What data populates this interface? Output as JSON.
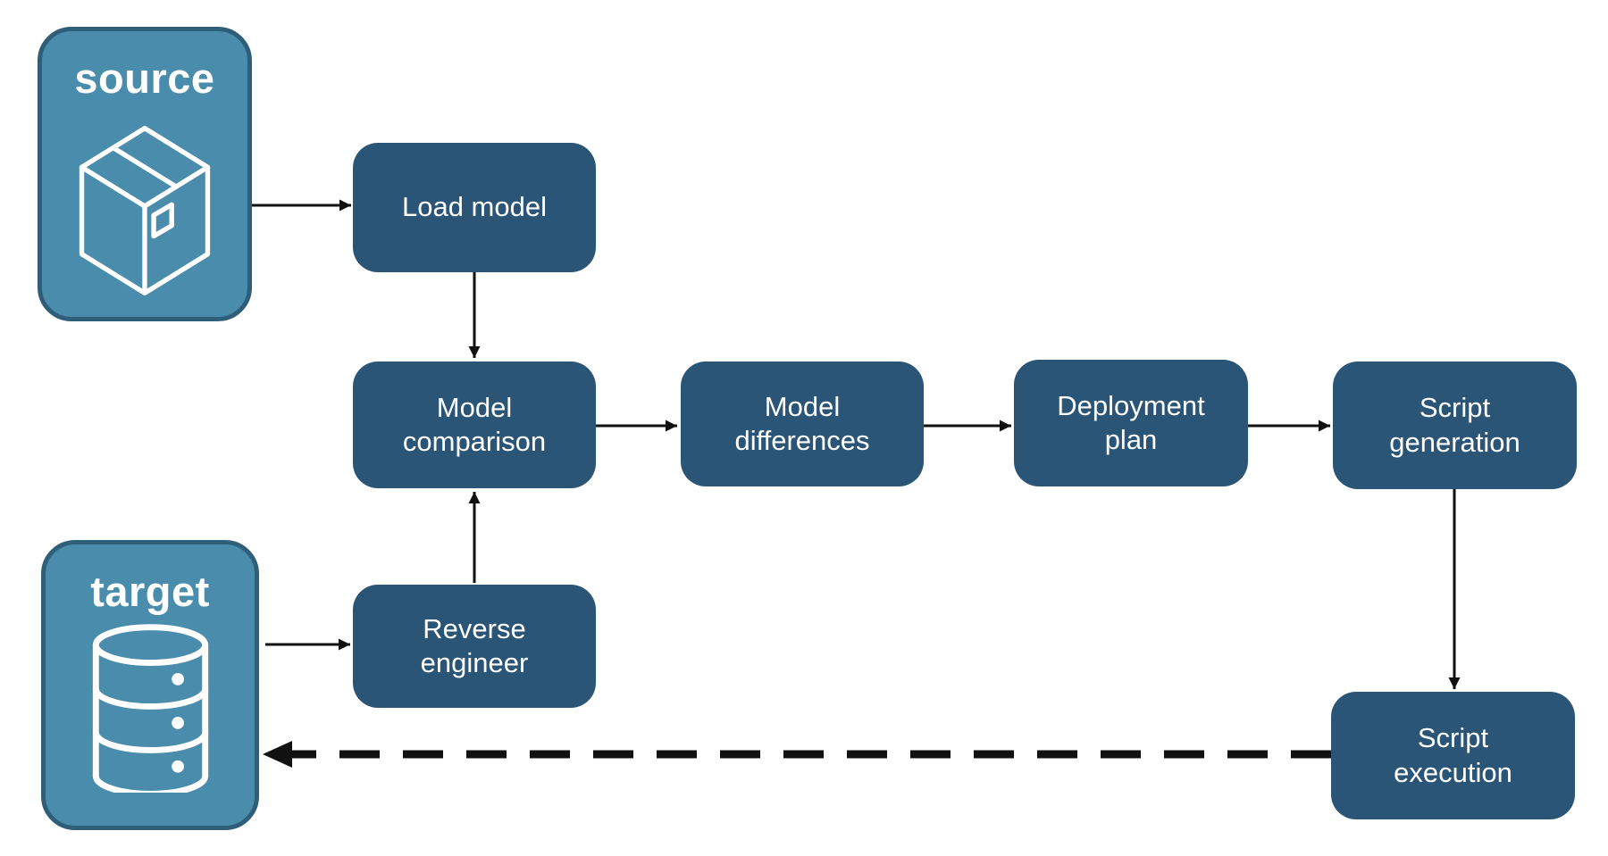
{
  "diagram": {
    "background": "#FFFFFF",
    "colors": {
      "background": "#FFFFFF",
      "entity_fill": "#4A8CAC",
      "entity_border": "#2F5E79",
      "step_fill": "#2A5577",
      "text": "#FFFFFF",
      "connector": "#111111"
    },
    "entities": [
      {
        "id": "source",
        "label": "source",
        "icon": "package-icon"
      },
      {
        "id": "target",
        "label": "target",
        "icon": "database-icon"
      }
    ],
    "steps": [
      {
        "id": "load-model",
        "label": "Load model"
      },
      {
        "id": "model-comparison",
        "label": "Model comparison"
      },
      {
        "id": "model-differences",
        "label": "Model differences"
      },
      {
        "id": "deployment-plan",
        "label": "Deployment plan"
      },
      {
        "id": "script-generation",
        "label": "Script generation"
      },
      {
        "id": "reverse-engineer",
        "label": "Reverse engineer"
      },
      {
        "id": "script-execution",
        "label": "Script execution"
      }
    ],
    "connections": [
      {
        "from": "source",
        "to": "Load model",
        "style": "solid"
      },
      {
        "from": "Load model",
        "to": "Model comparison",
        "style": "solid"
      },
      {
        "from": "Model comparison",
        "to": "Model differences",
        "style": "solid"
      },
      {
        "from": "Model differences",
        "to": "Deployment plan",
        "style": "solid"
      },
      {
        "from": "Deployment plan",
        "to": "Script generation",
        "style": "solid"
      },
      {
        "from": "Script generation",
        "to": "Script execution",
        "style": "solid"
      },
      {
        "from": "target",
        "to": "Reverse engineer",
        "style": "solid"
      },
      {
        "from": "Reverse engineer",
        "to": "Model comparison",
        "style": "solid"
      },
      {
        "from": "Script execution",
        "to": "target",
        "style": "dashed"
      }
    ]
  }
}
